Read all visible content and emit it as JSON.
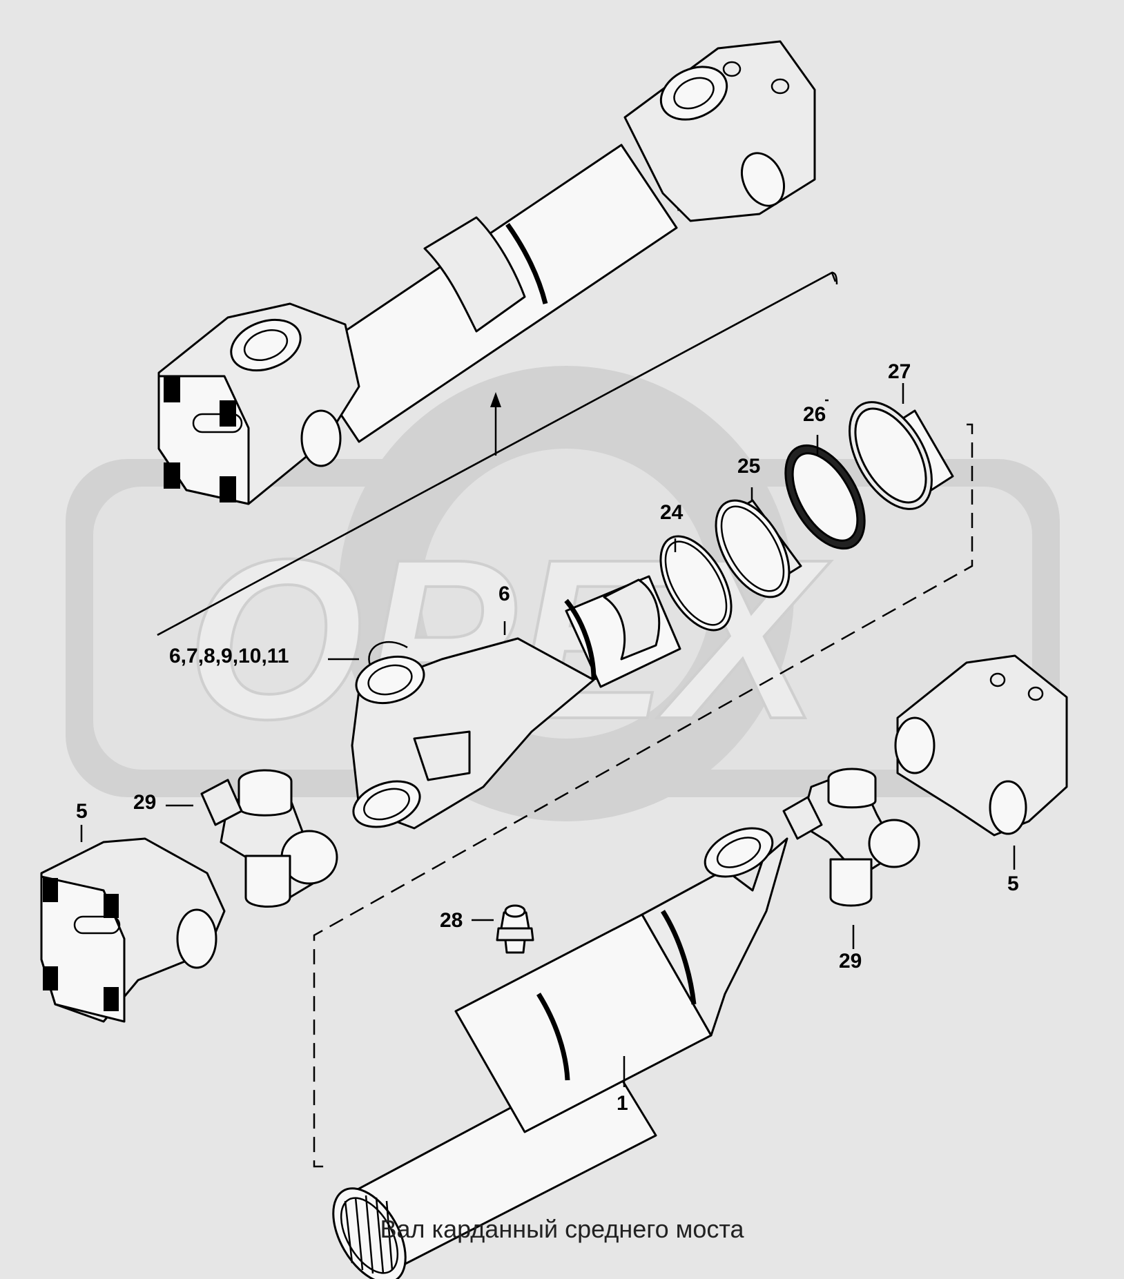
{
  "diagram": {
    "caption": "Вал карданный среднего моста",
    "watermark": "OPEX",
    "callouts": {
      "c1": "1",
      "c5_left": "5",
      "c5_right": "5",
      "c6": "6",
      "c6_group": "6,7,8,9,10,11",
      "c24": "24",
      "c25": "25",
      "c26": "26",
      "c27": "27",
      "c28": "28",
      "c29_left": "29",
      "c29_right": "29"
    }
  }
}
